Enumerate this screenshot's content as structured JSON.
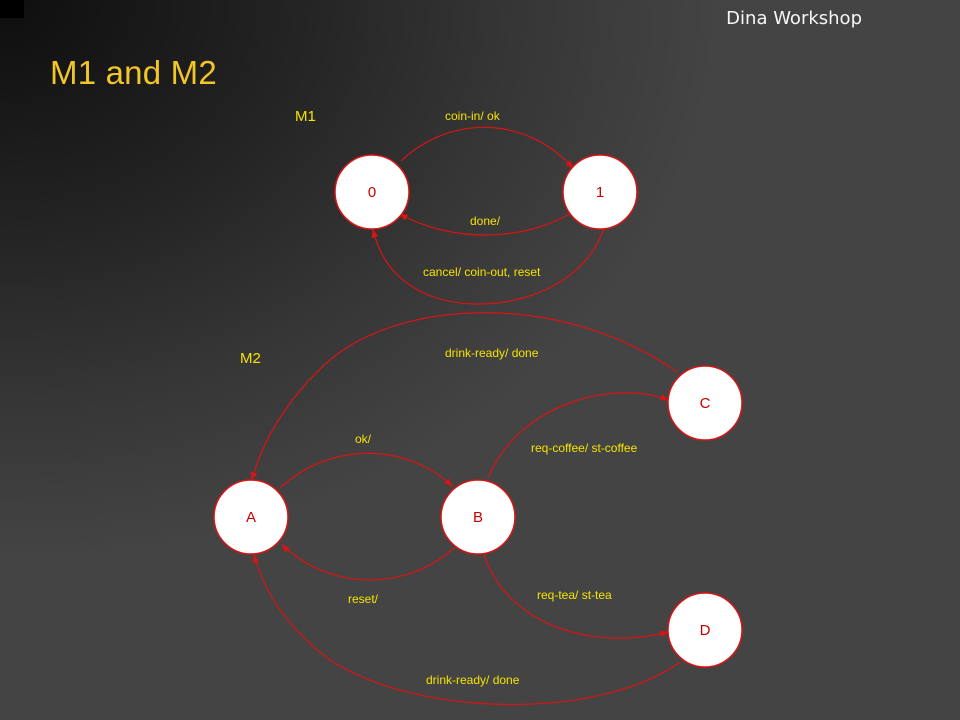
{
  "header": {
    "workshop": "Dina Workshop",
    "title": "M1 and  M2"
  },
  "colors": {
    "edge": "#d91414",
    "state_fill": "#ffffff",
    "label": "#f5e400",
    "title": "#f2c528"
  },
  "m1": {
    "name": "M1",
    "states": {
      "s0": "0",
      "s1": "1"
    },
    "transitions": {
      "t01": "coin-in/ ok",
      "t10": "done/",
      "t10_cancel": "cancel/ coin-out, reset"
    }
  },
  "m2": {
    "name": "M2",
    "states": {
      "a": "A",
      "b": "B",
      "c": "C",
      "d": "D"
    },
    "transitions": {
      "ab": "ok/",
      "ba": "reset/",
      "bc": "req-coffee/ st-coffee",
      "bd": "req-tea/ st-tea",
      "ca": "drink-ready/ done",
      "da": "drink-ready/ done"
    }
  }
}
